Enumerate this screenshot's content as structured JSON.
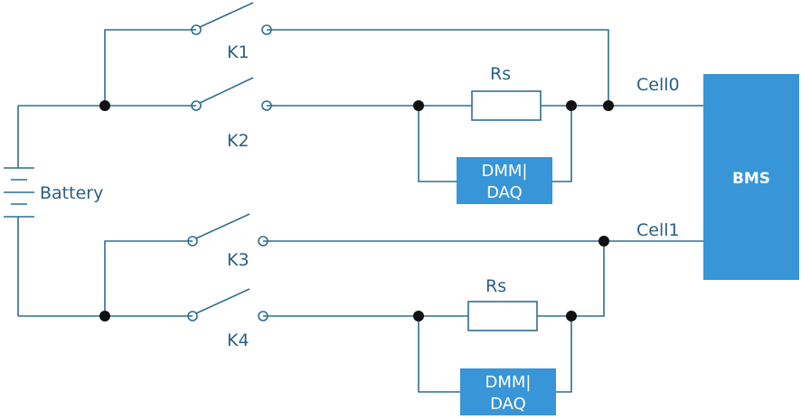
{
  "labels": {
    "battery": "Battery",
    "k1": "K1",
    "k2": "K2",
    "k3": "K3",
    "k4": "K4",
    "rs_top": "Rs",
    "rs_bottom": "Rs",
    "cell0": "Cell0",
    "cell1": "Cell1",
    "dmm_top_line1": "DMM|",
    "dmm_top_line2": "DAQ",
    "dmm_bottom_line1": "DMM|",
    "dmm_bottom_line2": "DAQ",
    "bms": "BMS"
  },
  "colors": {
    "wire": "#2f6d94",
    "label": "#2a5f86",
    "box": "#3795d8",
    "node": "#111111"
  }
}
